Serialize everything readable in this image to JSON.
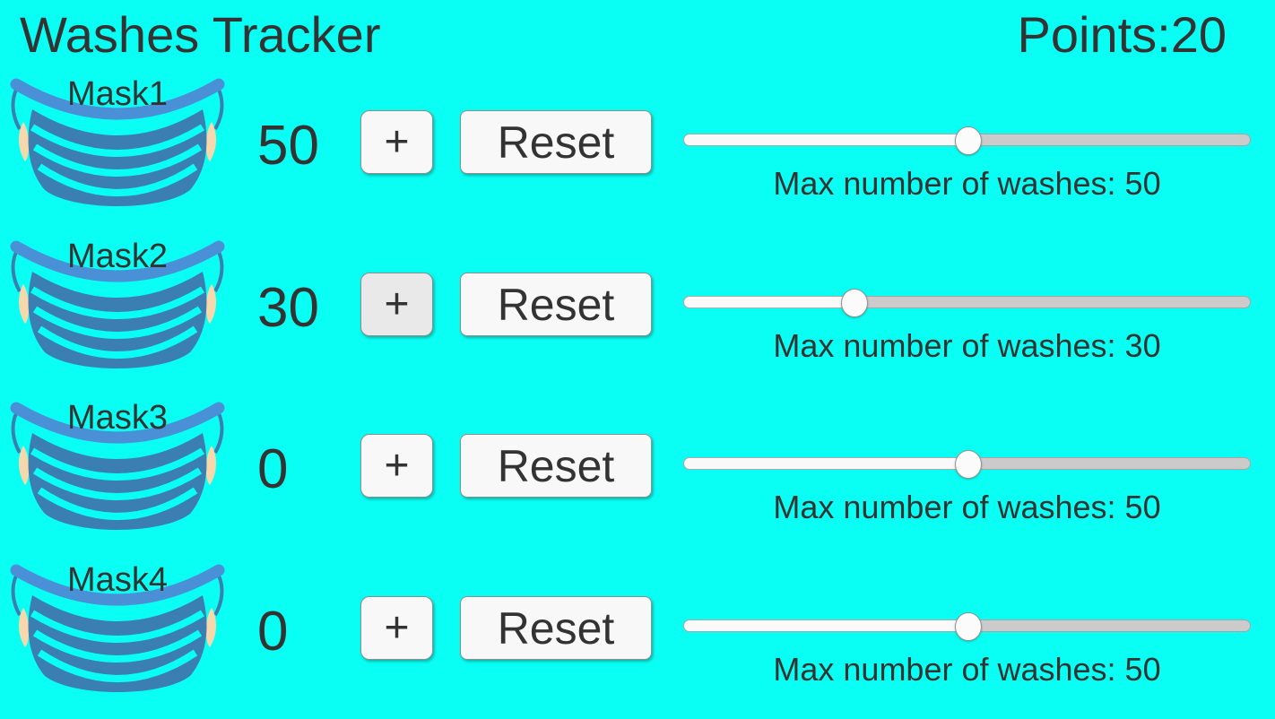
{
  "app": {
    "title": "Washes Tracker",
    "points_label": "Points:",
    "points_value": "20"
  },
  "colors": {
    "background": "#0AFFF4",
    "text": "#333333",
    "mask_body": "#3b7eb2",
    "mask_strap": "#4a90d6",
    "mask_ear": "#f6d8ac",
    "button_background": "#f8f8f8",
    "slider_track": "#cbcbcb",
    "slider_fill": "#f9f9f9"
  },
  "rows": [
    {
      "label": "Mask1",
      "count": "50",
      "plus_label": "+",
      "plus_state": "default",
      "reset_label": "Reset",
      "slider_value": 50,
      "slider_max": 100,
      "max_washes_label": "Max number of washes: 50"
    },
    {
      "label": "Mask2",
      "count": "30",
      "plus_label": "+",
      "plus_state": "active",
      "reset_label": "Reset",
      "slider_value": 30,
      "slider_max": 100,
      "max_washes_label": "Max number of washes: 30"
    },
    {
      "label": "Mask3",
      "count": "0",
      "plus_label": "+",
      "plus_state": "default",
      "reset_label": "Reset",
      "slider_value": 50,
      "slider_max": 100,
      "max_washes_label": "Max number of washes: 50"
    },
    {
      "label": "Mask4",
      "count": "0",
      "plus_label": "+",
      "plus_state": "default",
      "reset_label": "Reset",
      "slider_value": 50,
      "slider_max": 100,
      "max_washes_label": "Max number of washes: 50"
    }
  ]
}
